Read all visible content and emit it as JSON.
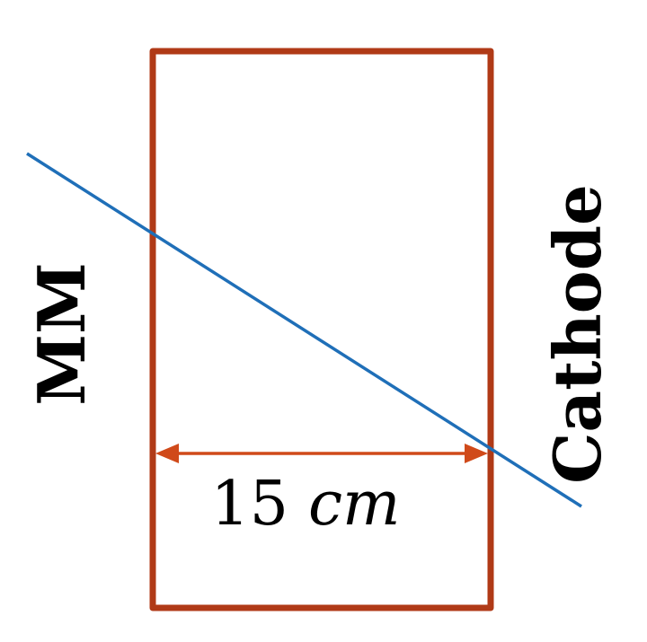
{
  "labels": {
    "left": "MM",
    "right": "Cathode",
    "dimension_value": "15",
    "dimension_unit": "cm"
  },
  "colors": {
    "box": "#b03a17",
    "track": "#1f6fb8",
    "arrow": "#d04a1a",
    "text": "#000000"
  }
}
